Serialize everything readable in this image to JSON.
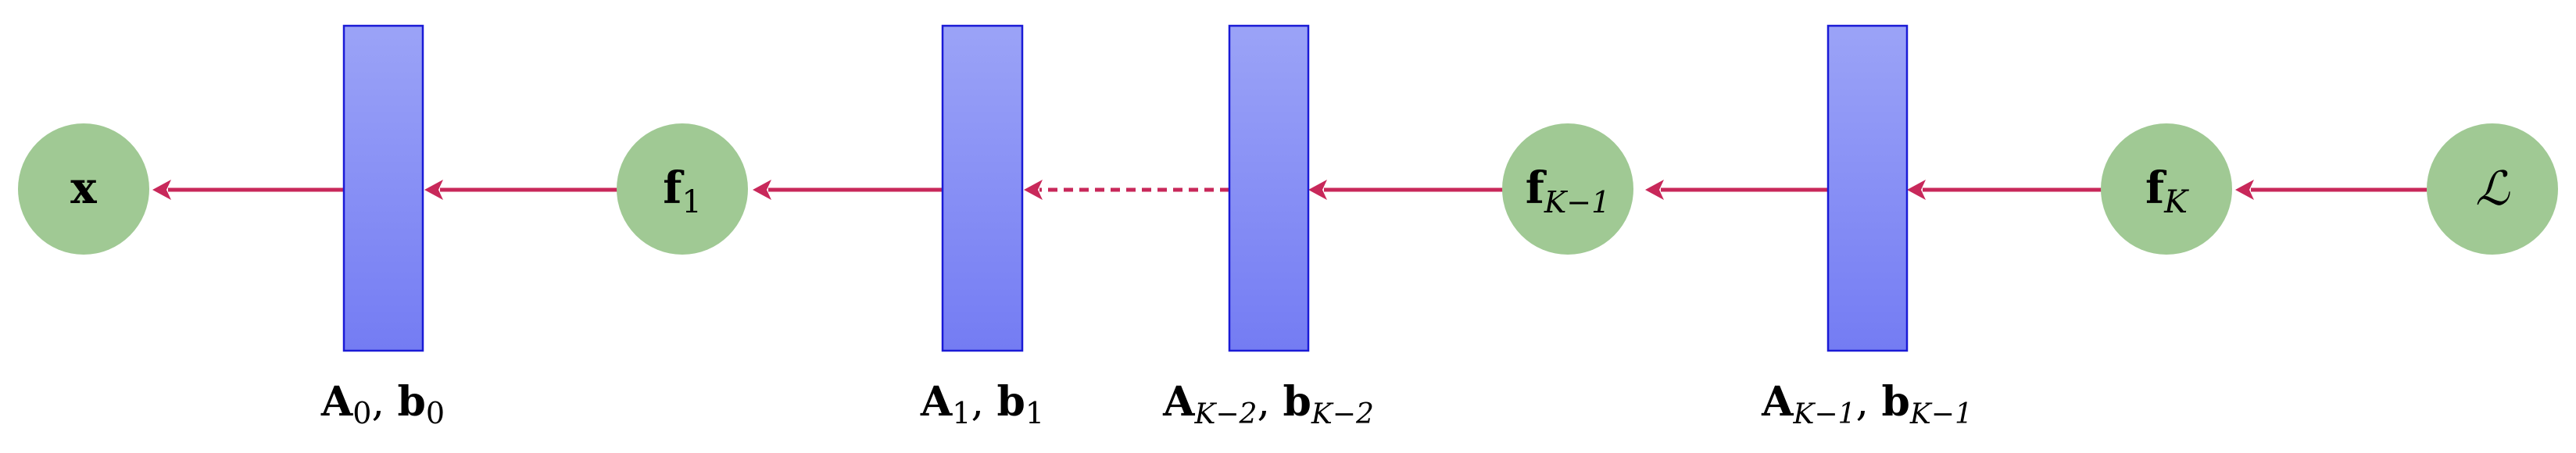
{
  "colors": {
    "node_fill": "#a0c994",
    "layer_top": "#9ba3f7",
    "layer_bottom": "#747cf3",
    "layer_stroke": "#1a1ad6",
    "arrow": "#c8285a"
  },
  "nodes": [
    {
      "id": "x",
      "symbol": "x",
      "subscript": ""
    },
    {
      "id": "f1",
      "symbol": "f",
      "subscript": "1"
    },
    {
      "id": "fK1",
      "symbol": "f",
      "subscript": "K−1"
    },
    {
      "id": "fK",
      "symbol": "f",
      "subscript": "K"
    },
    {
      "id": "loss",
      "symbol": "ℒ",
      "subscript": ""
    }
  ],
  "layers": [
    {
      "id": "layer0",
      "weight_symbol": "A",
      "weight_sub": "0",
      "separator": ",",
      "bias_symbol": "b",
      "bias_sub": "0"
    },
    {
      "id": "layer1",
      "weight_symbol": "A",
      "weight_sub": "1",
      "separator": ",",
      "bias_symbol": "b",
      "bias_sub": "1"
    },
    {
      "id": "layerK2",
      "weight_symbol": "A",
      "weight_sub": "K−2",
      "separator": ",",
      "bias_symbol": "b",
      "bias_sub": "K−2"
    },
    {
      "id": "layerK1",
      "weight_symbol": "A",
      "weight_sub": "K−1",
      "separator": ",",
      "bias_symbol": "b",
      "bias_sub": "K−1"
    }
  ],
  "edges": [
    {
      "from": "loss",
      "to": "fK",
      "style": "solid"
    },
    {
      "from": "fK",
      "to": "layerK1",
      "style": "solid"
    },
    {
      "from": "layerK1",
      "to": "fK1",
      "style": "solid"
    },
    {
      "from": "fK1",
      "to": "layerK2",
      "style": "solid"
    },
    {
      "from": "layerK2",
      "to": "layer1",
      "style": "dashed"
    },
    {
      "from": "layer1",
      "to": "f1",
      "style": "solid"
    },
    {
      "from": "f1",
      "to": "layer0",
      "style": "solid"
    },
    {
      "from": "layer0",
      "to": "x",
      "style": "solid"
    }
  ]
}
